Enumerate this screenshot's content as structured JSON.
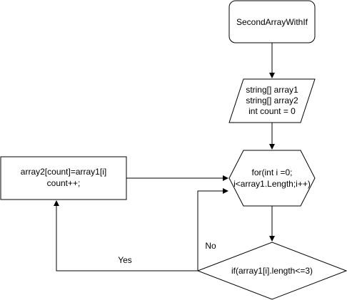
{
  "nodes": {
    "start": {
      "label": "SecondArrayWithIf"
    },
    "decl": {
      "lines": [
        "string[] array1",
        "string[] array2",
        "int count = 0"
      ]
    },
    "loop": {
      "lines": [
        "for(int i =0;",
        "i<array1.Length;i++)"
      ]
    },
    "assign": {
      "lines": [
        "array2[count]=array1[i]",
        "count++;"
      ]
    },
    "cond": {
      "label": "if(array1[i].length<=3)"
    }
  },
  "edges": {
    "yes_label": "Yes",
    "no_label": "No"
  },
  "colors": {
    "stroke": "#000000",
    "fill": "#ffffff",
    "text": "#000000"
  }
}
